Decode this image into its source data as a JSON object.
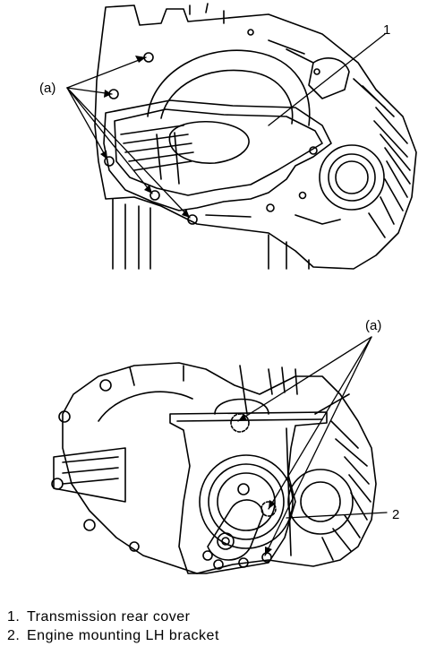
{
  "callouts": {
    "top_a": "(a)",
    "top_1": "1",
    "bottom_a": "(a)",
    "bottom_2": "2"
  },
  "legend": [
    {
      "num": "1.",
      "label": "Transmission rear cover"
    },
    {
      "num": "2.",
      "label": "Engine mounting LH bracket"
    }
  ]
}
